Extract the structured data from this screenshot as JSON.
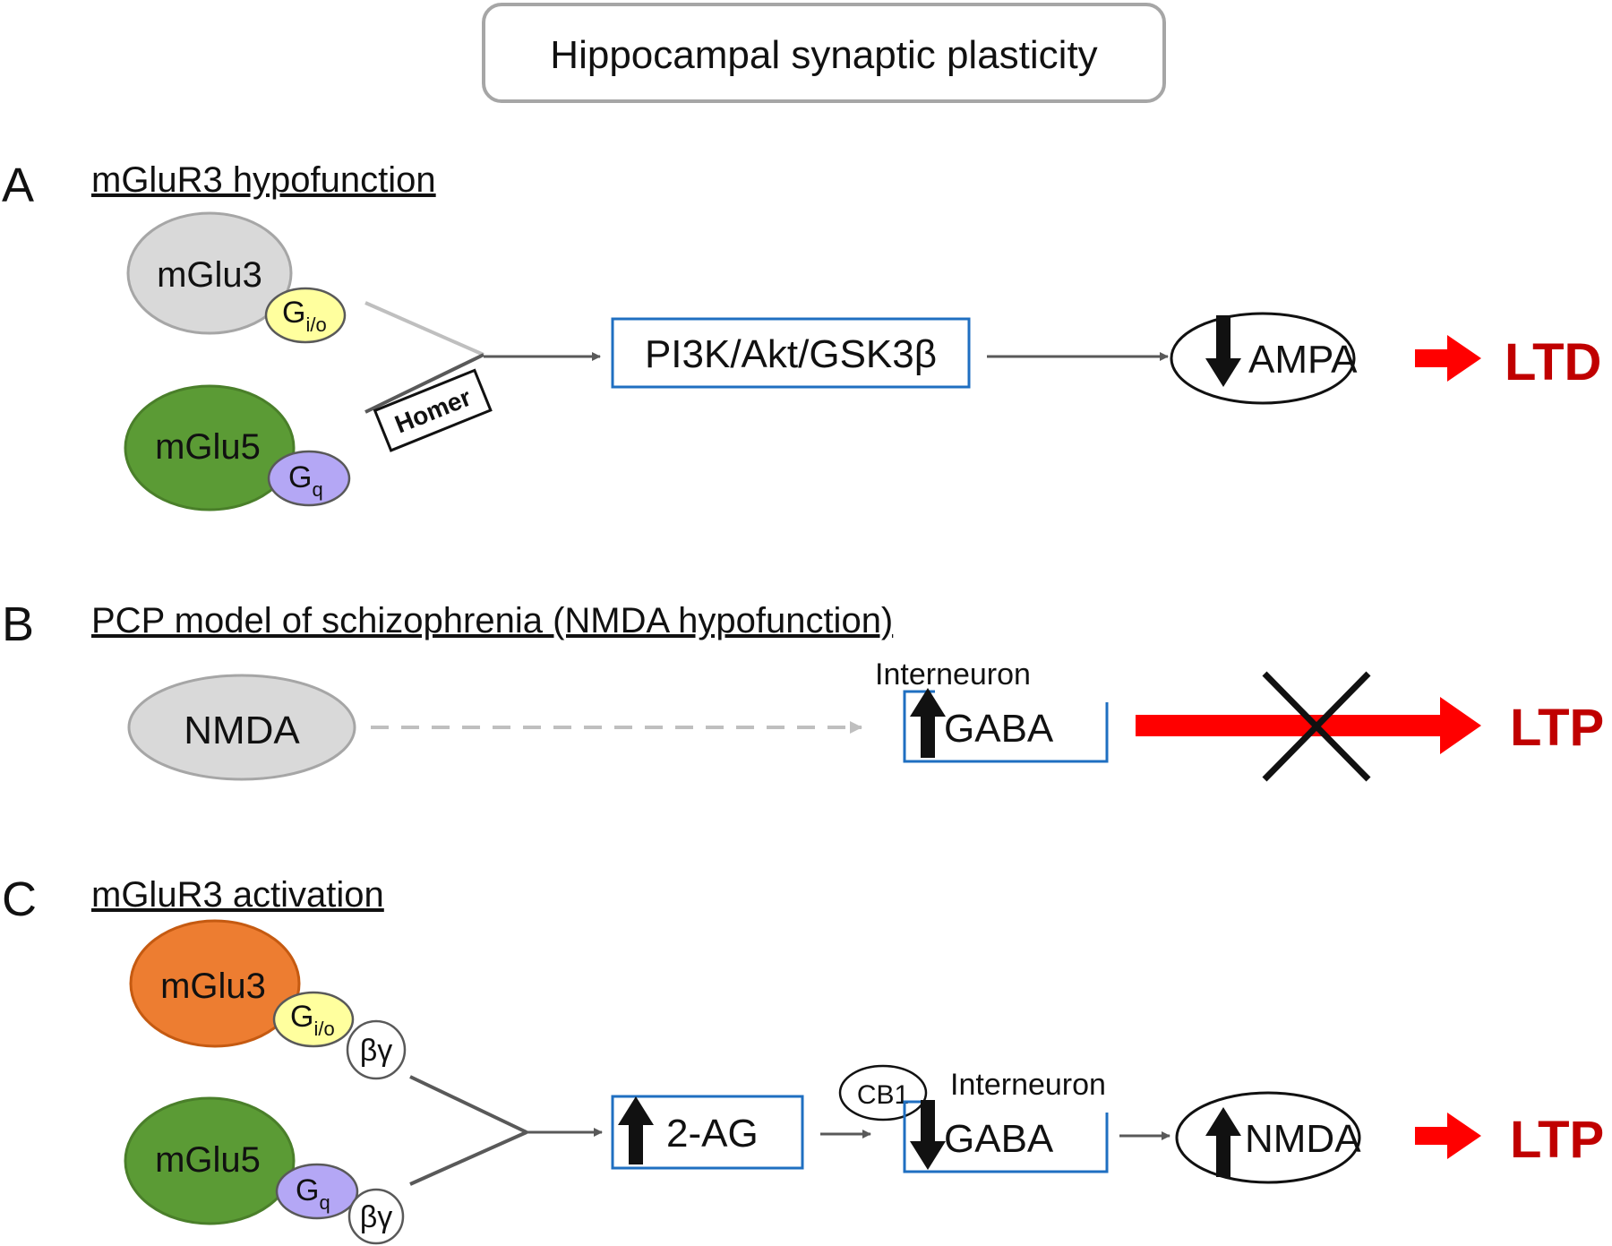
{
  "title": "Hippocampal synaptic plasticity",
  "colors": {
    "mglu3_inactive": "#d9d9d9",
    "mglu3_active": "#ed7d31",
    "mglu5": "#5b9b35",
    "gio": "#ffff9e",
    "gq": "#b4a7f5",
    "box_border": "#1f6fc1",
    "output_red": "#c00000",
    "arrow_red": "#ff0000"
  },
  "panels": {
    "a": {
      "letter": "A",
      "heading": "mGluR3 hypofunction",
      "mglu3": "mGlu3",
      "gio_main": "G",
      "gio_sub": "i/o",
      "mglu5": "mGlu5",
      "gq_main": "G",
      "gq_sub": "q",
      "homer": "Homer",
      "pathway": "PI3K/Akt/GSK3β",
      "ampa": "AMPA",
      "output": "LTD"
    },
    "b": {
      "letter": "B",
      "heading": "PCP model of schizophrenia (NMDA hypofunction)",
      "nmda": "NMDA",
      "interneuron": "Interneuron",
      "gaba": "GABA",
      "output": "LTP"
    },
    "c": {
      "letter": "C",
      "heading": "mGluR3 activation",
      "mglu3": "mGlu3",
      "gio_main": "G",
      "gio_sub": "i/o",
      "by1": "βγ",
      "mglu5": "mGlu5",
      "gq_main": "G",
      "gq_sub": "q",
      "by2": "βγ",
      "ag": "2-AG",
      "cb1": "CB1",
      "interneuron": "Interneuron",
      "gaba": "GABA",
      "nmda": "NMDA",
      "output": "LTP"
    }
  }
}
